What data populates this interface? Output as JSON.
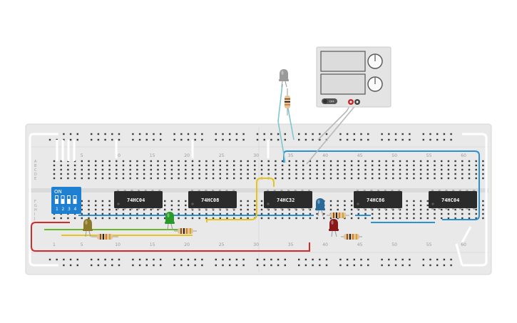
{
  "breadboard": {
    "column_labels": [
      "1",
      "5",
      "10",
      "15",
      "20",
      "25",
      "30",
      "35",
      "40",
      "45",
      "50",
      "55",
      "60"
    ],
    "upper_column_labels": [
      "5",
      "10",
      "15",
      "20",
      "25",
      "30",
      "35",
      "40",
      "45",
      "50",
      "55",
      "60"
    ],
    "row_labels_top": [
      "A",
      "B",
      "C",
      "D",
      "E"
    ],
    "row_labels_bottom": [
      "F",
      "G",
      "H",
      "I",
      "J"
    ]
  },
  "dip_switch": {
    "on_label": "ON",
    "position_labels": [
      "1",
      "2",
      "3",
      "4"
    ]
  },
  "chips": [
    {
      "label": "74HC04"
    },
    {
      "label": "74HC08"
    },
    {
      "label": "74HC32"
    },
    {
      "label": "74HC86"
    },
    {
      "label": "74HC04"
    }
  ],
  "power_supply": {
    "off_label": "OFF"
  },
  "leds": [
    {
      "color": "#8a7a2a",
      "name": "olive-led"
    },
    {
      "color": "#2a9a2a",
      "name": "green-led"
    },
    {
      "color": "#2a6a9a",
      "name": "blue-led"
    },
    {
      "color": "#8a1a1a",
      "name": "red-led"
    },
    {
      "color": "#9a9a9a",
      "name": "gray-led"
    }
  ],
  "wire_colors": {
    "blue": "#2e8fd1",
    "red": "#d32a2a",
    "yellow": "#e8c21f",
    "green": "#6ab82a",
    "teal": "#7fc6d2",
    "gray": "#b8b8b8"
  }
}
